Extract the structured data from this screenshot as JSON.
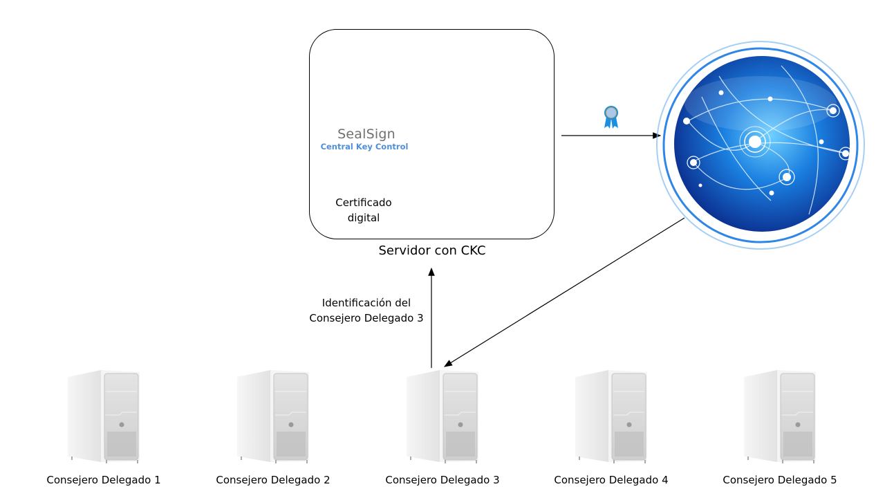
{
  "server": {
    "caption": "Servidor con CKC",
    "brand_name": "SealSign",
    "brand_subtitle": "Central Key Control",
    "certificate_label_line1": "Certificado",
    "certificate_label_line2": "digital"
  },
  "internet": {
    "icon": "globe-icon"
  },
  "identification_label": {
    "line1": "Identificación del",
    "line2": "Consejero Delegado 3"
  },
  "clients": [
    {
      "label": "Consejero Delegado 1"
    },
    {
      "label": "Consejero Delegado 2"
    },
    {
      "label": "Consejero Delegado 3"
    },
    {
      "label": "Consejero Delegado 4"
    },
    {
      "label": "Consejero Delegado 5"
    }
  ],
  "colors": {
    "server_tower": "#c07a52",
    "client_tower": "#e8e8e8",
    "globe": "#1a5fc8",
    "ribbon": "#1e90e0",
    "brand_blue": "#4f8fd8"
  }
}
